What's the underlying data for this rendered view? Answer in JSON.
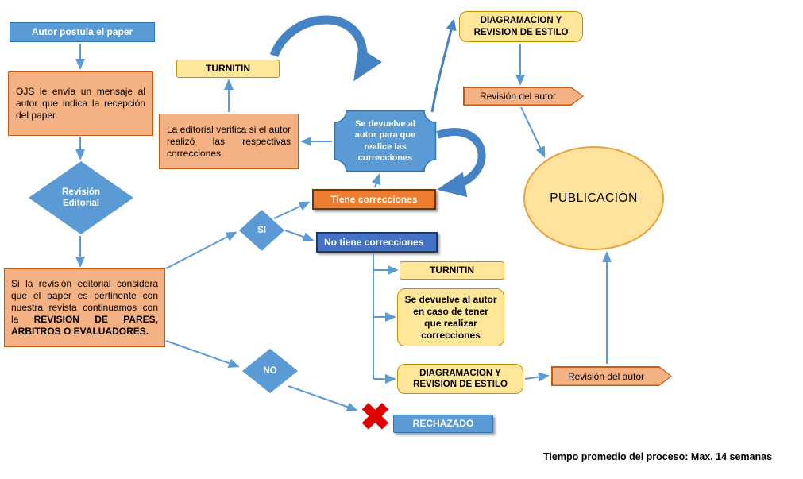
{
  "title": "Flujo editorial OJS",
  "colors": {
    "blue": "#5B9BD5",
    "dark_blue": "#4472C4",
    "orange": "#ED7D31",
    "salmon": "#F4B183",
    "yellow": "#FFE699",
    "arrow_blue": "#4583C4",
    "reject_red": "#E00000"
  },
  "nodes": {
    "autor_postula": {
      "label": "Autor postula el paper"
    },
    "ojs_mensaje": {
      "text": "OJS le envía un mensaje al autor que indica la recepción del paper."
    },
    "revision_editorial": {
      "label": "Revisión Editorial"
    },
    "revision_considera": {
      "text_normal": "Si la revisión editorial considera que el paper es pertinente con nuestra revista continuamos con la ",
      "text_bold": "REVISION DE PARES, ARBITROS O EVALUADORES."
    },
    "turnitin_top": {
      "label": "TURNITIN"
    },
    "editorial_verifica": {
      "text": "La editorial verifica si el autor realizó las respectivas correcciones."
    },
    "se_devuelve_badge": {
      "text": "Se devuelve al autor para que realice las correcciones"
    },
    "tiene_correcciones": {
      "label": "Tiene correcciones"
    },
    "si_decision": {
      "label": "SI"
    },
    "no_tiene_correcciones": {
      "label": "No tiene correcciones"
    },
    "turnitin_bottom": {
      "label": "TURNITIN"
    },
    "se_devuelve_caso": {
      "text": "Se devuelve al autor en caso de tener que realizar correcciones"
    },
    "diagramacion_bottom": {
      "label": "DIAGRAMACION Y REVISION DE ESTILO"
    },
    "revision_autor_bottom": {
      "label": "Revisión del autor"
    },
    "diagramacion_top": {
      "label": "DIAGRAMACION Y REVISION DE ESTILO"
    },
    "revision_autor_top": {
      "label": "Revisión del autor"
    },
    "publicacion": {
      "label": "PUBLICACIÓN"
    },
    "no_decision": {
      "label": "NO"
    },
    "rechazado": {
      "label": "RECHAZADO"
    },
    "rechazo_x": {
      "glyph": "✖"
    }
  },
  "footer": {
    "note": "Tiempo promedio del proceso: Max. 14 semanas"
  }
}
